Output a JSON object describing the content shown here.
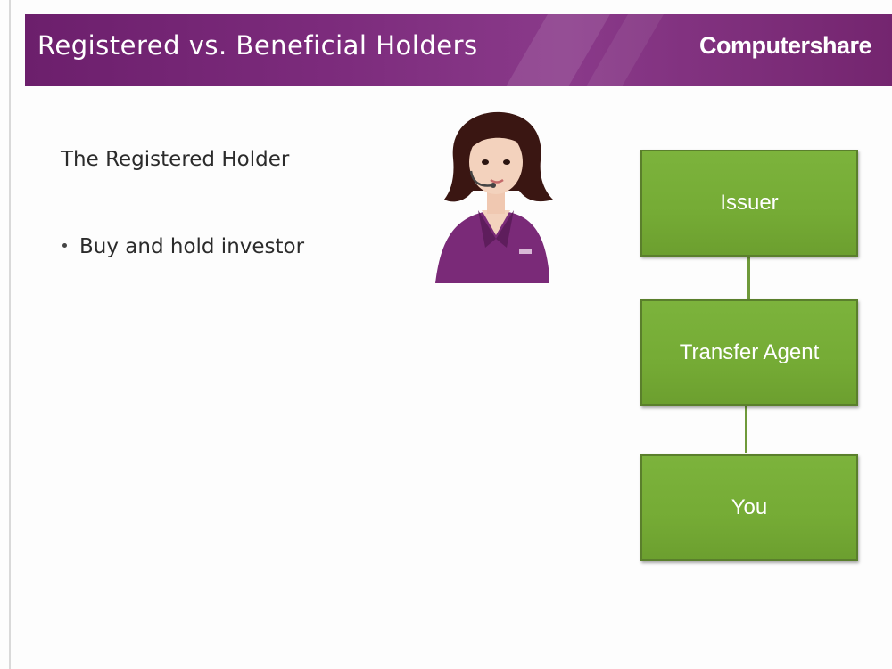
{
  "header": {
    "title": "Registered vs. Beneficial Holders",
    "logo_text": "Computershare",
    "background": "#7c2b7c"
  },
  "content": {
    "subheading": "The Registered Holder",
    "bullets": [
      "Buy and hold investor"
    ]
  },
  "avatar": {
    "icon": "customer-service-agent-icon",
    "colors": {
      "hair": "#3a1612",
      "skin": "#f3d2bd",
      "shirt": "#7a2a78"
    }
  },
  "diagram": {
    "nodes": [
      {
        "label": "Issuer"
      },
      {
        "label": "Transfer Agent"
      },
      {
        "label": "You"
      }
    ],
    "box_color": "#76ad36",
    "connector_color": "#6f9a3a",
    "text_color": "#ffffff"
  }
}
